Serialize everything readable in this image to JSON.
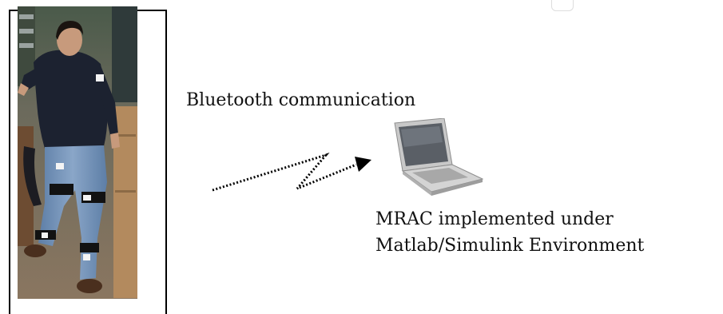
{
  "figure": {
    "link_label": "Bluetooth communication",
    "computer_caption": [
      "MRAC implemented under",
      "Matlab/Simulink Environment"
    ]
  },
  "icons": {
    "wireless_link": "zigzag-dotted-arrow-icon",
    "computer": "laptop-icon",
    "subject": "person-photo"
  },
  "colors": {
    "frame": "#000000",
    "text": "#111111",
    "jeans": "#6f8fb6",
    "sweater": "#1c2230",
    "strap": "#121212",
    "sensor": "#f4f4f4",
    "laptop_body": "#c8c8c8",
    "laptop_screen": "#5a5f66"
  }
}
